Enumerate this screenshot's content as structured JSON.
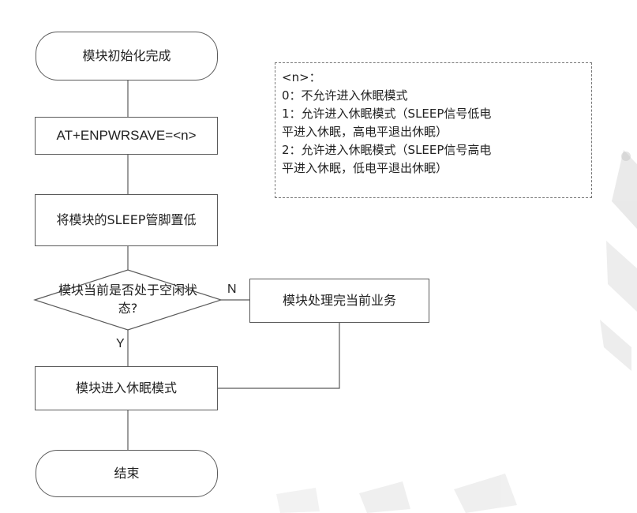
{
  "flowchart": {
    "start": "模块初始化完成",
    "command": "AT+ENPWRSAVE=<n>",
    "set_pin": "将模块的SLEEP管脚置低",
    "decision": "模块当前是否处于空闲状态?",
    "handle_task": "模块处理完当前业务",
    "enter_sleep": "模块进入休眠模式",
    "end": "结束",
    "label_no": "N",
    "label_yes": "Y"
  },
  "note": {
    "lines": [
      "<n>：",
      "0：不允许进入休眠模式",
      "1：允许进入休眠模式（SLEEP信号低电",
      "平进入休眠，高电平退出休眠）",
      "2：允许进入休眠模式（SLEEP信号高电",
      "平进入休眠，低电平退出休眠）"
    ]
  },
  "colors": {
    "line": "#5a5a5a",
    "dash": "#777777",
    "text": "#222222",
    "background": "#ffffff",
    "watermark": "#bdbdbd"
  }
}
